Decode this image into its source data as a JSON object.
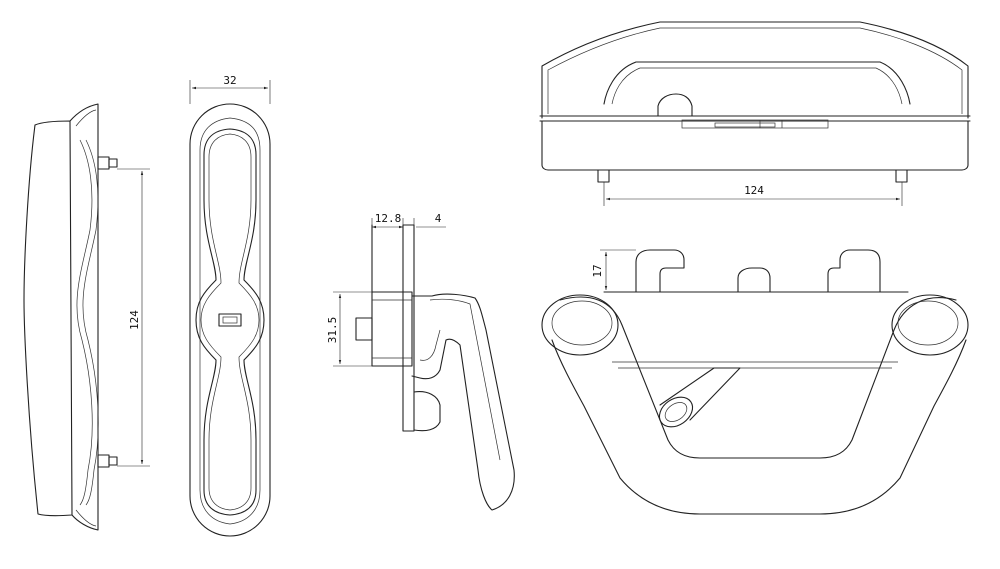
{
  "drawing": {
    "views": [
      "side-view",
      "front-view",
      "section-view",
      "top-view",
      "bottom-view"
    ],
    "dimensions": {
      "side_height": "124",
      "front_width": "32",
      "section_depth": "12.8",
      "section_plate": "4",
      "section_offset": "31.5",
      "top_spacing": "124",
      "bottom_hook": "17"
    }
  }
}
